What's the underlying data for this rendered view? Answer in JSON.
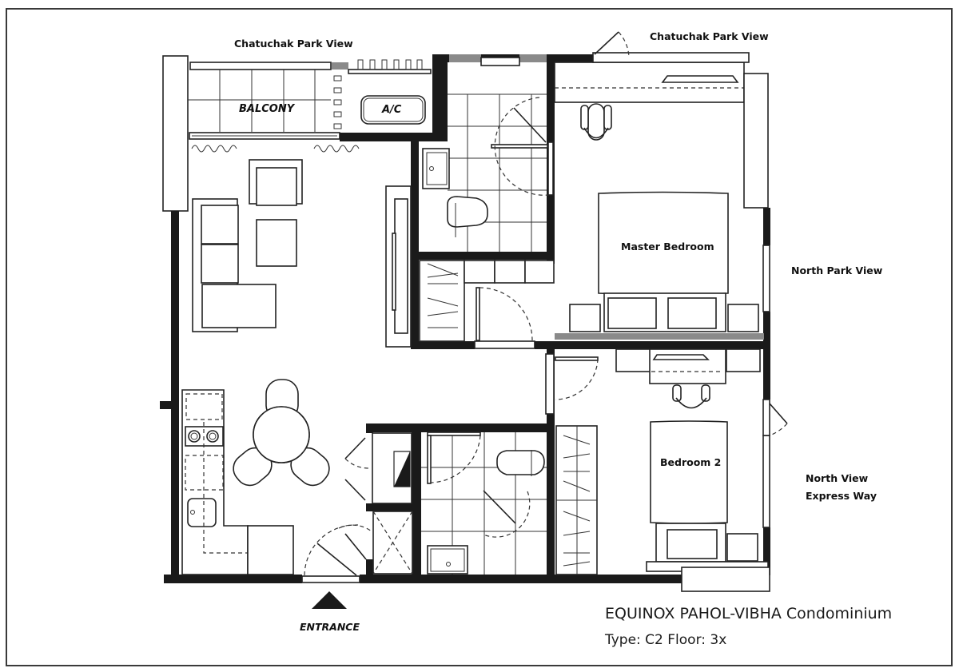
{
  "plan": {
    "view_labels": {
      "top_left": "Chatuchak Park View",
      "top_right": "Chatuchak Park View",
      "right_upper": "North Park View",
      "right_lower_line1": "North View",
      "right_lower_line2": "Express Way"
    },
    "rooms": {
      "balcony": "BALCONY",
      "ac": "A/C",
      "master_bedroom": "Master Bedroom",
      "bedroom_2": "Bedroom 2"
    },
    "entrance": "ENTRANCE"
  },
  "caption": {
    "project": "EQUINOX PAHOL-VIBHA Condominium",
    "type_floor": "Type: C2 Floor: 3x"
  },
  "colors": {
    "wall": "#1a1a1a",
    "line": "#222222",
    "background": "#ffffff",
    "accent_grey": "#8a8a8a"
  }
}
